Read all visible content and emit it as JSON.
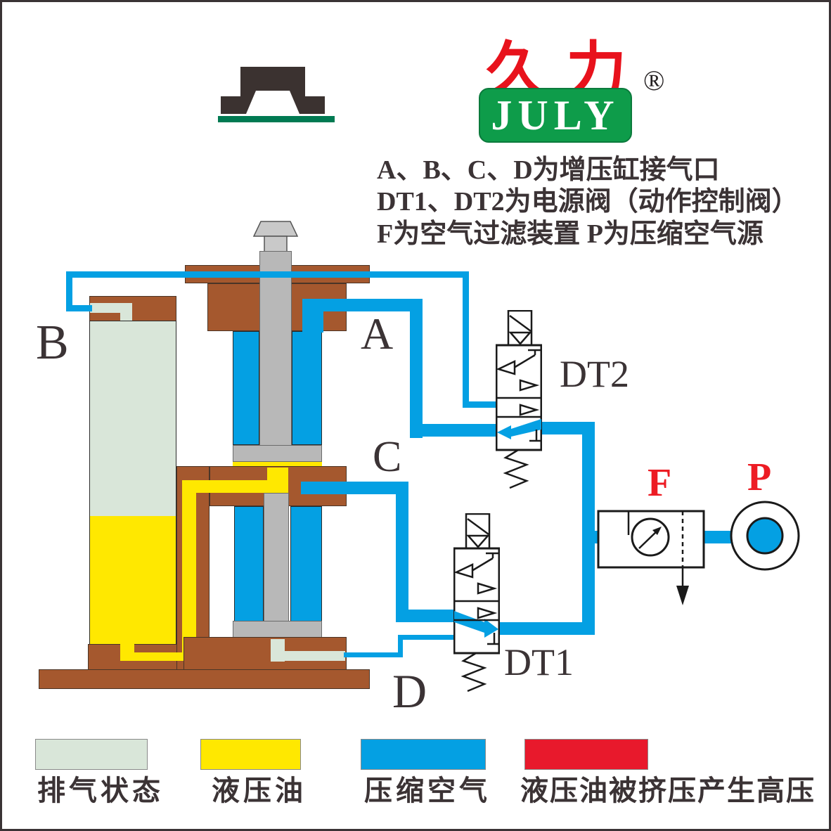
{
  "brand": {
    "cn": "久力",
    "en": "JULY",
    "registered": "®"
  },
  "description": {
    "line1": "A、B、C、D为增压缸接气口",
    "line2": "DT1、DT2为电源阀（动作控制阀）",
    "line3": "F为空气过滤装置 P为压缩空气源"
  },
  "ports": {
    "a": "A",
    "b": "B",
    "c": "C",
    "d": "D"
  },
  "valves": {
    "dt2": "DT2",
    "dt1": "DT1"
  },
  "supply": {
    "filter": "F",
    "source": "P"
  },
  "legend": [
    {
      "label": "排气状态",
      "color": "#D9E6D9"
    },
    {
      "label": "液压油",
      "color": "#FFE800"
    },
    {
      "label": "压缩空气",
      "color": "#04A0E3"
    },
    {
      "label": "液压油被挤压产生高压",
      "color": "#E8192C"
    }
  ],
  "colors": {
    "pipe_blue": "#04A0E3",
    "oil_yellow": "#FFE800",
    "exhaust_green": "#D9E6D9",
    "body_brown": "#A5582E",
    "metal_gray": "#B8B8B8",
    "high_pressure_red": "#E8192C",
    "brand_red": "#E8121C",
    "brand_green": "#0E9C4A",
    "accent_red": "#ED1C24",
    "label_dark": "#3B3335"
  }
}
